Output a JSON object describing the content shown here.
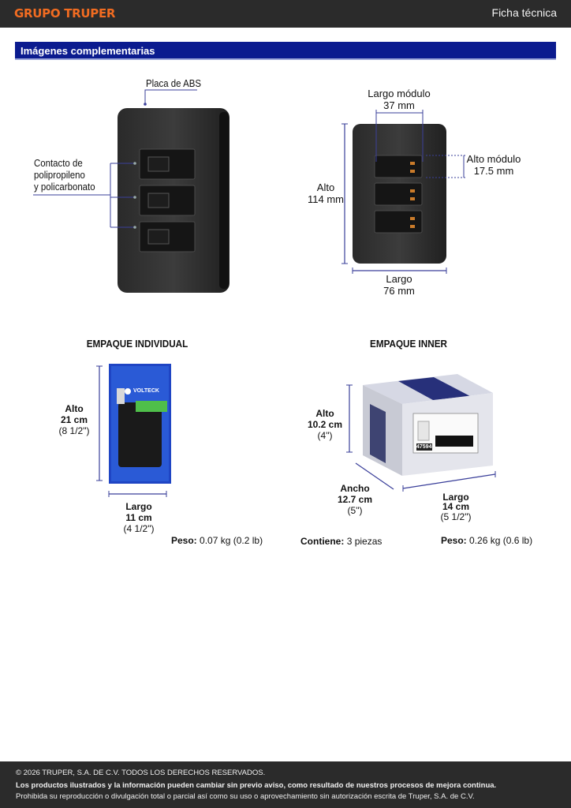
{
  "header": {
    "brand": "GRUPO TRUPER",
    "doc_type": "Ficha técnica"
  },
  "section": {
    "title": "Imágenes complementarias"
  },
  "product": {
    "plate_label": "Placa de ABS",
    "contact_label_1": "Contacto de",
    "contact_label_2": "polipropileno",
    "contact_label_3": "y policarbonato",
    "module_width_label": "Largo módulo",
    "module_width_value": "37 mm",
    "module_height_label": "Alto módulo",
    "module_height_value": "17.5 mm",
    "height_label": "Alto",
    "height_value": "114 mm",
    "width_label": "Largo",
    "width_value": "76 mm"
  },
  "individual": {
    "title": "EMPAQUE INDIVIDUAL",
    "height_label": "Alto",
    "height_cm": "21 cm",
    "height_in": "(8 1/2\")",
    "width_label": "Largo",
    "width_cm": "11 cm",
    "width_in": "(4 1/2\")",
    "weight_label": "Peso:",
    "weight_value": "0.07 kg (0.2 lb)",
    "package_brand": "VOLTECK"
  },
  "inner": {
    "title": "EMPAQUE INNER",
    "height_label": "Alto",
    "height_cm": "10.2 cm",
    "height_in": "(4\")",
    "depth_label": "Ancho",
    "depth_cm": "12.7 cm",
    "depth_in": "(5\")",
    "width_label": "Largo",
    "width_cm": "14 cm",
    "width_in": "(5 1/2\")",
    "contains_label": "Contiene:",
    "contains_value": "3 piezas",
    "weight_label": "Peso:",
    "weight_value": "0.26 kg (0.6 lb)",
    "box_code": "47594"
  },
  "footer": {
    "copyright": "© 2026 TRUPER, S.A. DE C.V. TODOS LOS DERECHOS RESERVADOS.",
    "notice": "Los productos ilustrados y la información pueden cambiar sin previo aviso, como resultado de nuestros procesos de mejora continua.",
    "prohibition": "Prohibida su reproducción o divulgación total o parcial así como su uso o aprovechamiento sin autorización escrita de Truper, S.A. de C.V."
  },
  "colors": {
    "brand_orange": "#f26c21",
    "section_blue": "#0b1b8f",
    "dimension_line": "#3a3f9a",
    "dark_bar": "#2b2b2b"
  }
}
